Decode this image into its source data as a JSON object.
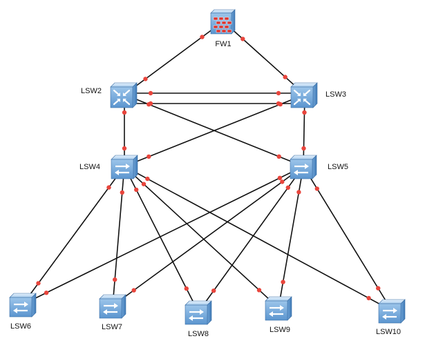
{
  "colors": {
    "link": "#111111",
    "port_dot": "#e8453c",
    "device_light": "#cfe3f5",
    "device_mid": "#8bbbe3",
    "device_dark": "#4d88c4",
    "firewall_red": "#d9302b"
  },
  "devices": [
    {
      "id": "FW1",
      "label": "FW1",
      "kind": "firewall",
      "icon": "firewall-icon"
    },
    {
      "id": "LSW2",
      "label": "LSW2",
      "kind": "core-switch",
      "icon": "core-switch-icon"
    },
    {
      "id": "LSW3",
      "label": "LSW3",
      "kind": "core-switch",
      "icon": "core-switch-icon"
    },
    {
      "id": "LSW4",
      "label": "LSW4",
      "kind": "switch",
      "icon": "switch-icon"
    },
    {
      "id": "LSW5",
      "label": "LSW5",
      "kind": "switch",
      "icon": "switch-icon"
    },
    {
      "id": "LSW6",
      "label": "LSW6",
      "kind": "switch",
      "icon": "switch-icon"
    },
    {
      "id": "LSW7",
      "label": "LSW7",
      "kind": "switch",
      "icon": "switch-icon"
    },
    {
      "id": "LSW8",
      "label": "LSW8",
      "kind": "switch",
      "icon": "switch-icon"
    },
    {
      "id": "LSW9",
      "label": "LSW9",
      "kind": "switch",
      "icon": "switch-icon"
    },
    {
      "id": "LSW10",
      "label": "LSW10",
      "kind": "switch",
      "icon": "switch-icon"
    }
  ],
  "links": [
    {
      "from": "FW1",
      "to": "LSW2"
    },
    {
      "from": "FW1",
      "to": "LSW3"
    },
    {
      "from": "LSW2",
      "to": "LSW3"
    },
    {
      "from": "LSW2",
      "to": "LSW3"
    },
    {
      "from": "LSW2",
      "to": "LSW4"
    },
    {
      "from": "LSW2",
      "to": "LSW5"
    },
    {
      "from": "LSW3",
      "to": "LSW4"
    },
    {
      "from": "LSW3",
      "to": "LSW5"
    },
    {
      "from": "LSW4",
      "to": "LSW6"
    },
    {
      "from": "LSW4",
      "to": "LSW7"
    },
    {
      "from": "LSW4",
      "to": "LSW8"
    },
    {
      "from": "LSW4",
      "to": "LSW9"
    },
    {
      "from": "LSW4",
      "to": "LSW10"
    },
    {
      "from": "LSW5",
      "to": "LSW6"
    },
    {
      "from": "LSW5",
      "to": "LSW7"
    },
    {
      "from": "LSW5",
      "to": "LSW8"
    },
    {
      "from": "LSW5",
      "to": "LSW9"
    },
    {
      "from": "LSW5",
      "to": "LSW10"
    }
  ]
}
